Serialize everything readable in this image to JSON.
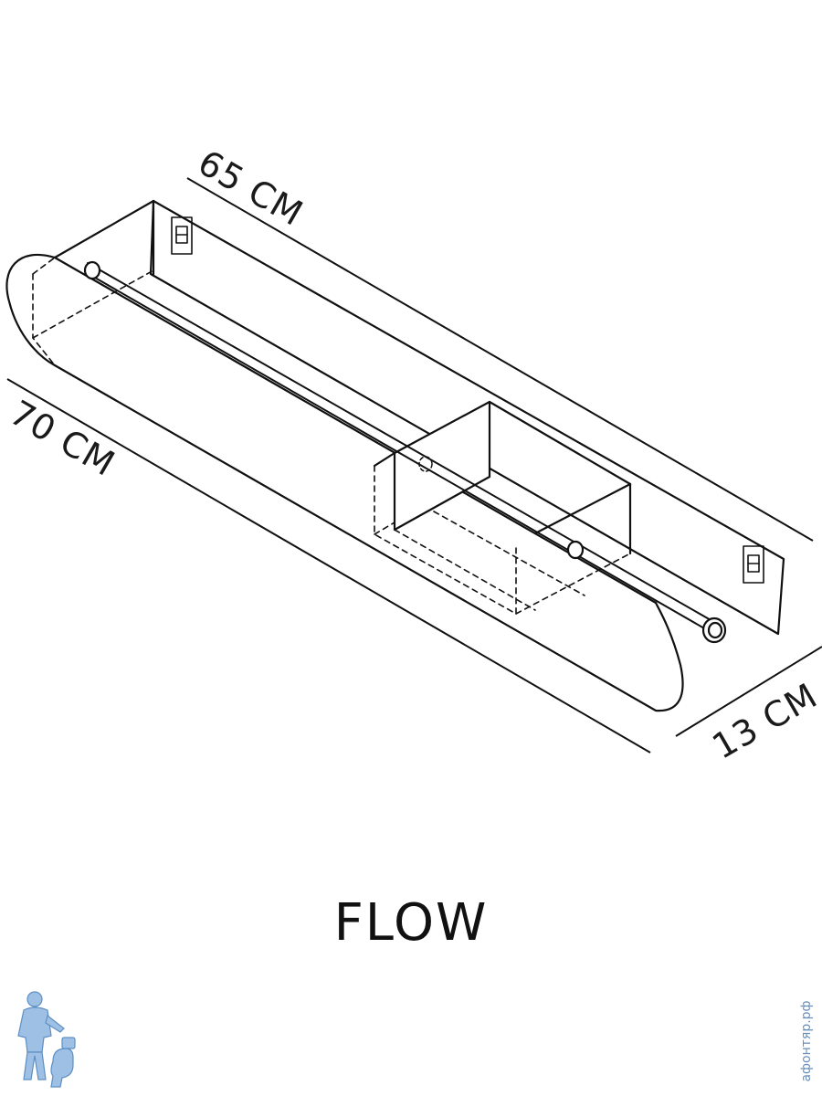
{
  "product": {
    "name": "FLOW"
  },
  "dimensions": {
    "width": "65 CM",
    "length": "70 CM",
    "depth": "13 CM"
  },
  "watermark": {
    "text": "афонтяр.рф"
  },
  "logo": {
    "icon": "plumber-mascot-icon",
    "color": "#6fa0d0"
  }
}
